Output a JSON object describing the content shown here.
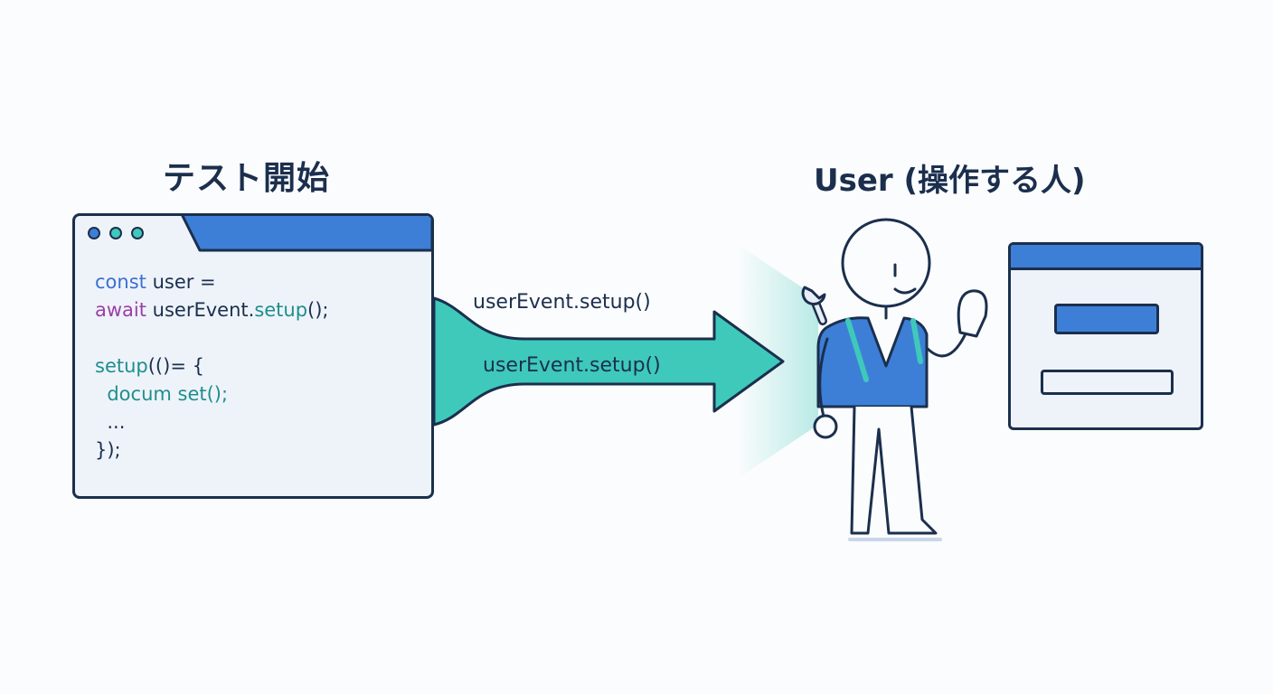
{
  "left_title": "テスト開始",
  "right_title": "User (操作する人)",
  "code": {
    "line1_kw": "const",
    "line1_rest": " user =",
    "line2_kw": "await",
    "line2_rest": " userEvent.",
    "line2_fn": "setup",
    "line2_end": "();",
    "line3_fn": "setup",
    "line3_rest": "(()= {",
    "line4": "  docum set();",
    "line5": "  ...",
    "line6": "});"
  },
  "arrow": {
    "label_top": "userEvent.setup()",
    "label_bottom": "userEvent.setup()"
  },
  "colors": {
    "navy": "#1b2f4d",
    "blue": "#3d7fd6",
    "teal": "#3ec9bb",
    "light": "#eef3fa"
  },
  "icons": [
    "wrench-icon",
    "cursor-icon"
  ]
}
